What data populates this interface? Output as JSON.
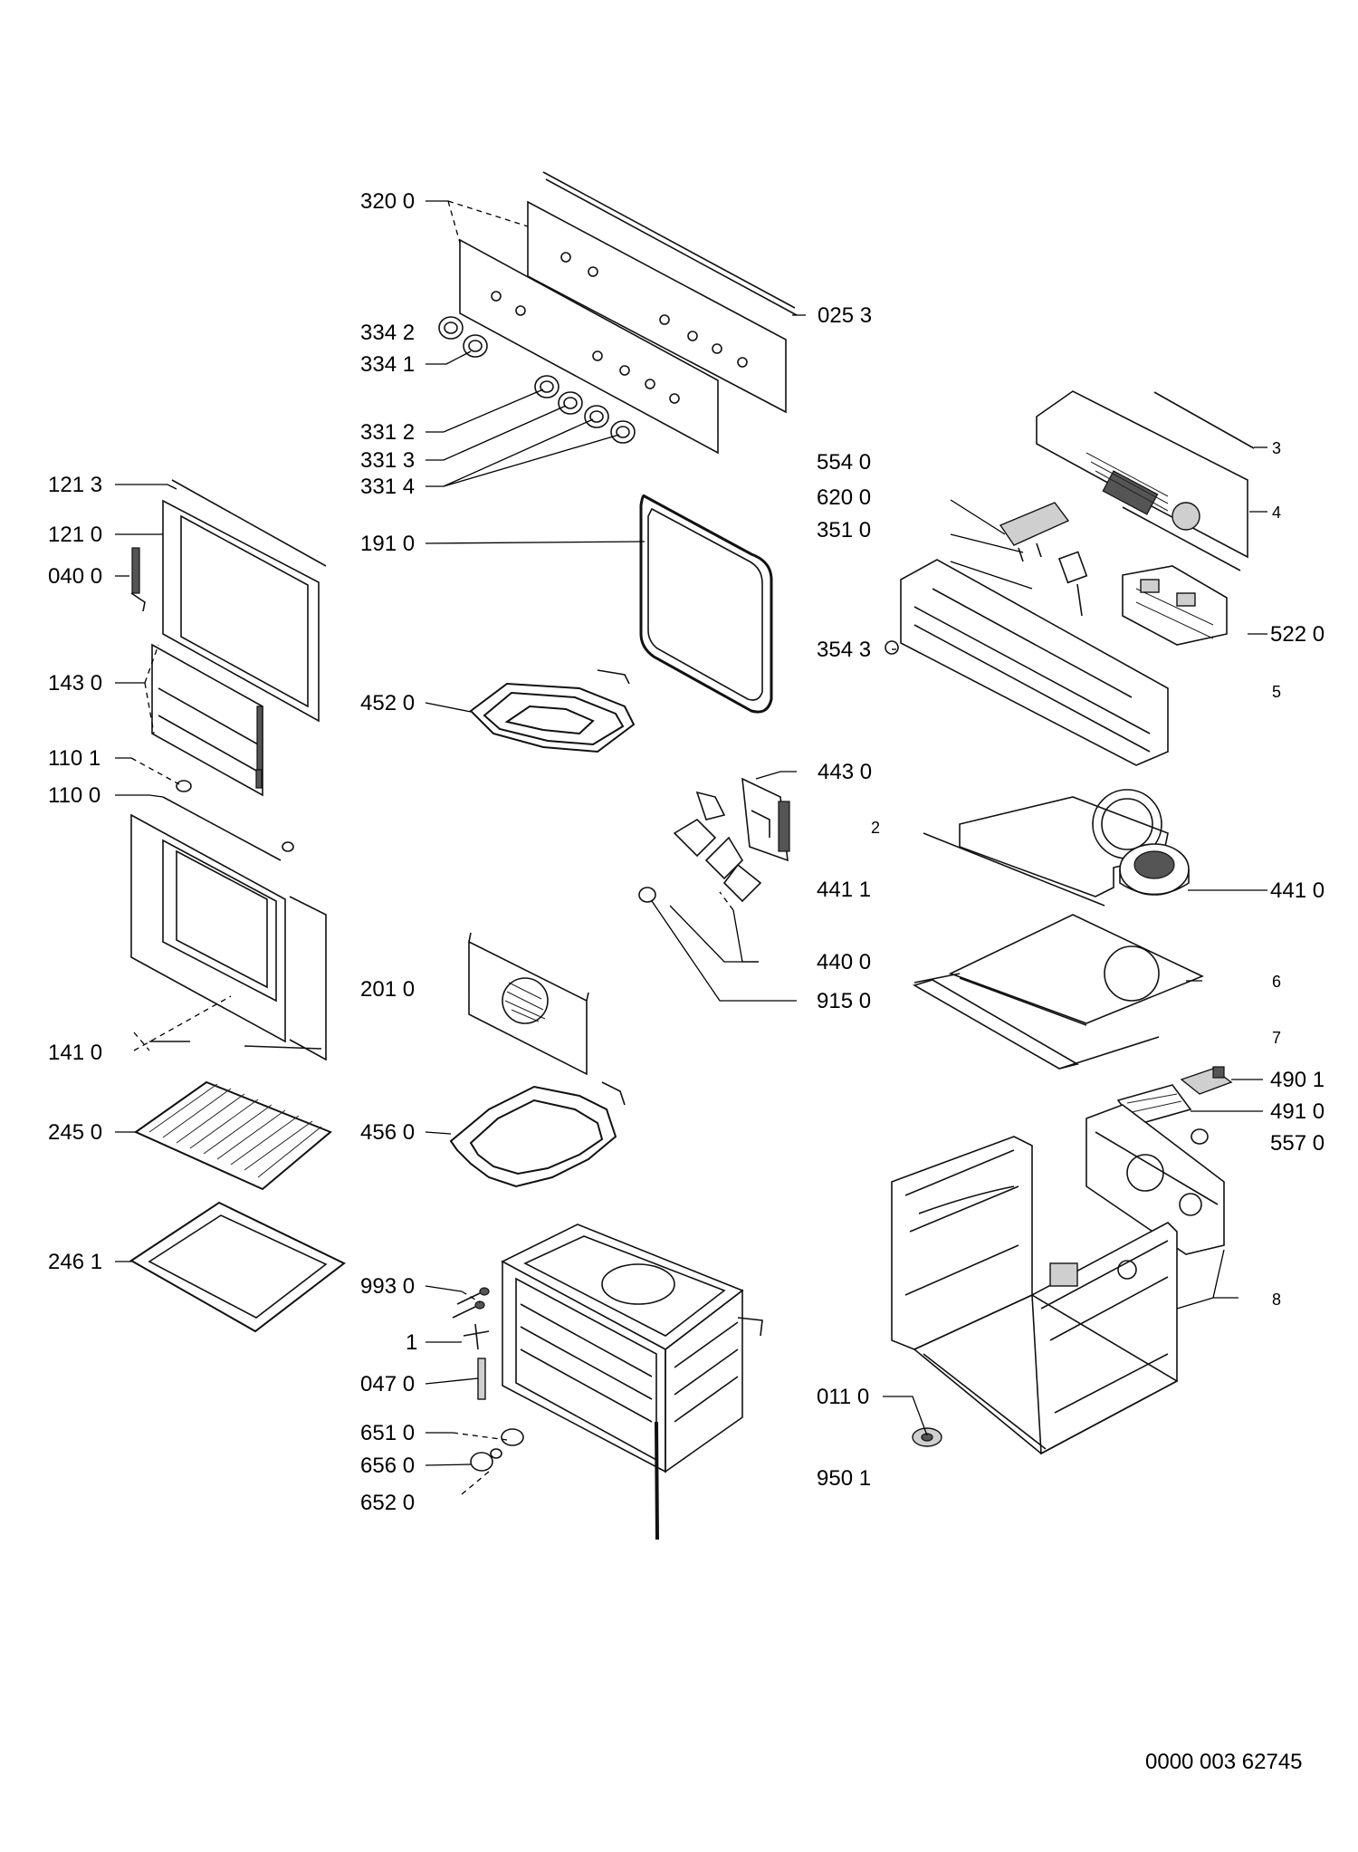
{
  "labels": {
    "320_0": "320 0",
    "025_3": "025 3",
    "334_2": "334 2",
    "334_1": "334 1",
    "331_2": "331 2",
    "331_3": "331 3",
    "331_4": "331 4",
    "121_3": "121 3",
    "121_0": "121 0",
    "040_0": "040 0",
    "191_0": "191 0",
    "554_0": "554 0",
    "620_0": "620 0",
    "351_0": "351 0",
    "354_3": "354 3",
    "522_0": "522 0",
    "143_0": "143 0",
    "452_0": "452 0",
    "110_1": "110 1",
    "110_0": "110 0",
    "443_0": "443 0",
    "441_1": "441 1",
    "441_0": "441 0",
    "440_0": "440 0",
    "915_0": "915 0",
    "201_0": "201 0",
    "141_0": "141 0",
    "245_0": "245 0",
    "456_0": "456 0",
    "490_1": "490 1",
    "491_0": "491 0",
    "557_0": "557 0",
    "246_1": "246 1",
    "993_0": "993 0",
    "p1": "1",
    "047_0": "047 0",
    "011_0": "011 0",
    "651_0": "651 0",
    "656_0": "656 0",
    "652_0": "652 0",
    "950_1": "950 1"
  },
  "callouts": {
    "c3": "3",
    "c4": "4",
    "c5": "5",
    "c2": "2",
    "c6": "6",
    "c7": "7",
    "c8": "8"
  },
  "document_number": "0000 003 62745"
}
